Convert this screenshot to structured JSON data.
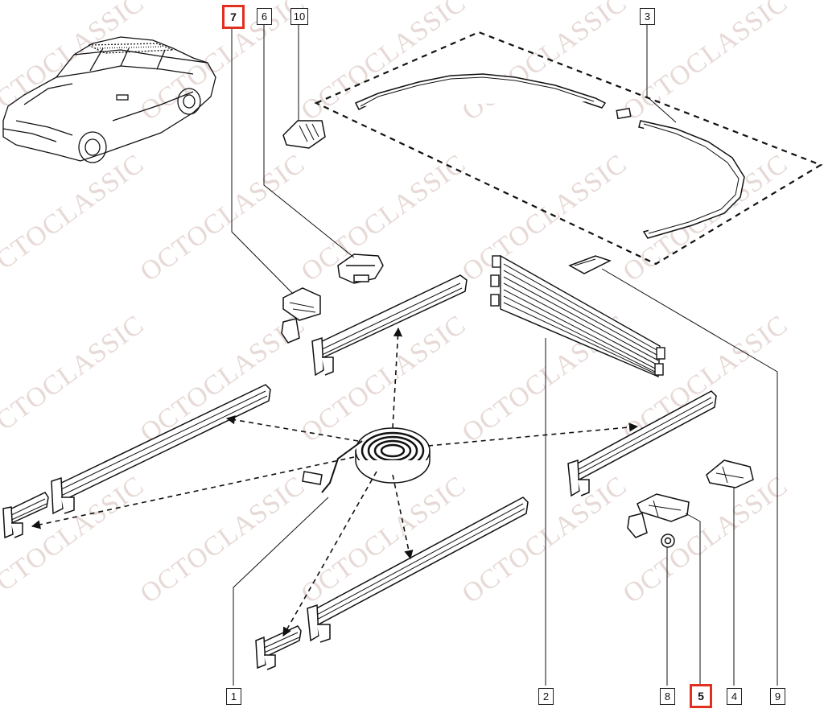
{
  "watermark": "OCTOCLASSIC",
  "highlight_color": "#e0301f",
  "callouts": {
    "c1": "1",
    "c2": "2",
    "c3": "3",
    "c4": "4",
    "c5": "5",
    "c6": "6",
    "c7": "7",
    "c8": "8",
    "c9": "9",
    "c10": "10"
  },
  "highlighted": [
    "7",
    "5"
  ]
}
